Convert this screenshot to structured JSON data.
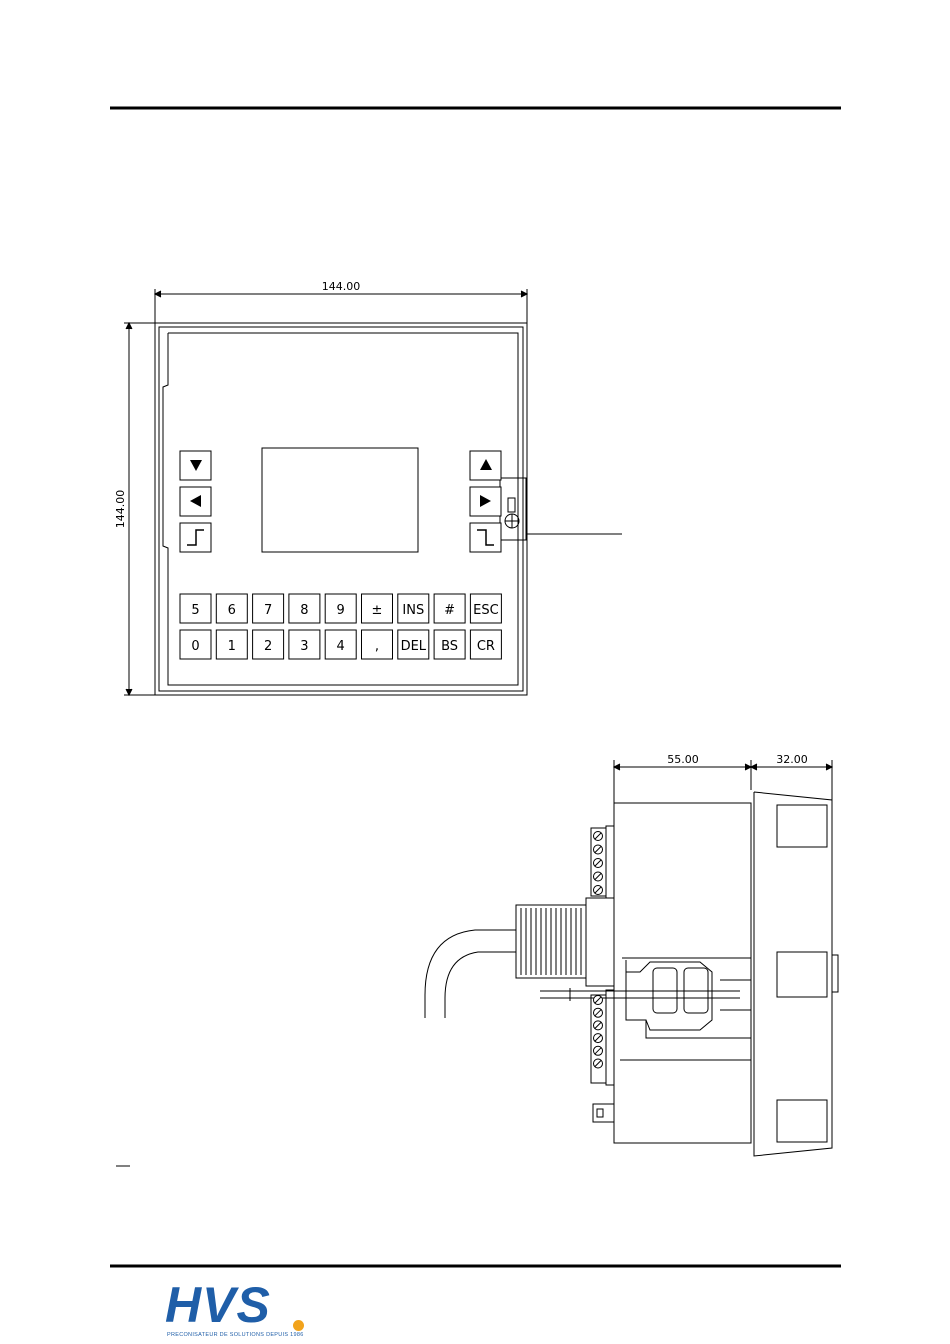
{
  "dimensions": {
    "front_width": "144.00",
    "front_height": "144.00",
    "side_depth_main": "55.00",
    "side_depth_front": "32.00"
  },
  "keypad": {
    "left_keys": [
      "down-arrow",
      "left-arrow",
      "step-up"
    ],
    "right_keys": [
      "up-arrow",
      "right-arrow",
      "step-down"
    ],
    "row1": [
      "5",
      "6",
      "7",
      "8",
      "9",
      "±",
      "INS",
      "#",
      "ESC"
    ],
    "row2": [
      "0",
      "1",
      "2",
      "3",
      "4",
      ",",
      "DEL",
      "BS",
      "CR"
    ]
  },
  "logo": {
    "brand": "HVS",
    "tagline": "PRECONISATEUR DE SOLUTIONS DEPUIS 1986",
    "brand_color": "#1f5ea8",
    "dot_color": "#f2a31b"
  }
}
